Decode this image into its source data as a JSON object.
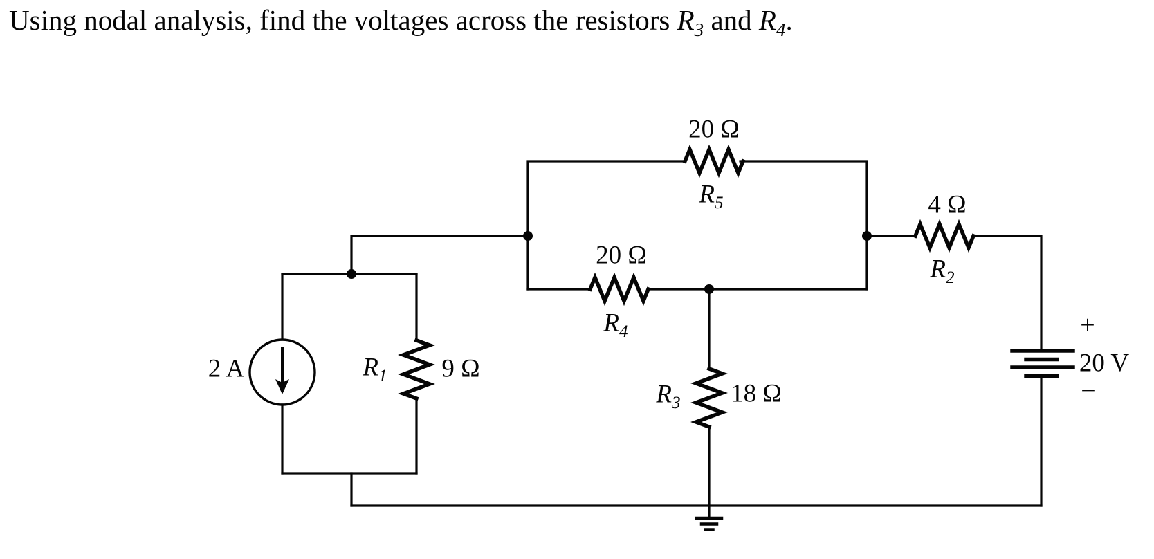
{
  "title": {
    "prefix": "Using nodal analysis, find the voltages across the resistors ",
    "r3": {
      "symbol": "R",
      "subscript": "3"
    },
    "conj": " and ",
    "r4": {
      "symbol": "R",
      "subscript": "4"
    },
    "suffix": "."
  },
  "circuit": {
    "current_source": {
      "label": "2 A",
      "arrow_direction": "down"
    },
    "resistors": {
      "r1": {
        "symbol": "R",
        "subscript": "1",
        "value": "9 Ω"
      },
      "r2": {
        "symbol": "R",
        "subscript": "2",
        "value": "4 Ω"
      },
      "r3": {
        "symbol": "R",
        "subscript": "3",
        "value": "18 Ω"
      },
      "r4": {
        "symbol": "R",
        "subscript": "4",
        "value": "20 Ω"
      },
      "r5": {
        "symbol": "R",
        "subscript": "5",
        "value": "20 Ω"
      }
    },
    "voltage_source": {
      "value": "20 V",
      "plus_sign": "+",
      "minus_sign": "−"
    },
    "symbols": {
      "current_source_icon": "circle-down-arrow",
      "voltage_source_icon": "battery-cells",
      "ground_icon": "earth-ground",
      "junction_icon": "node-dot"
    },
    "colors": {
      "ink": "#050505",
      "background": "#ffffff"
    }
  }
}
